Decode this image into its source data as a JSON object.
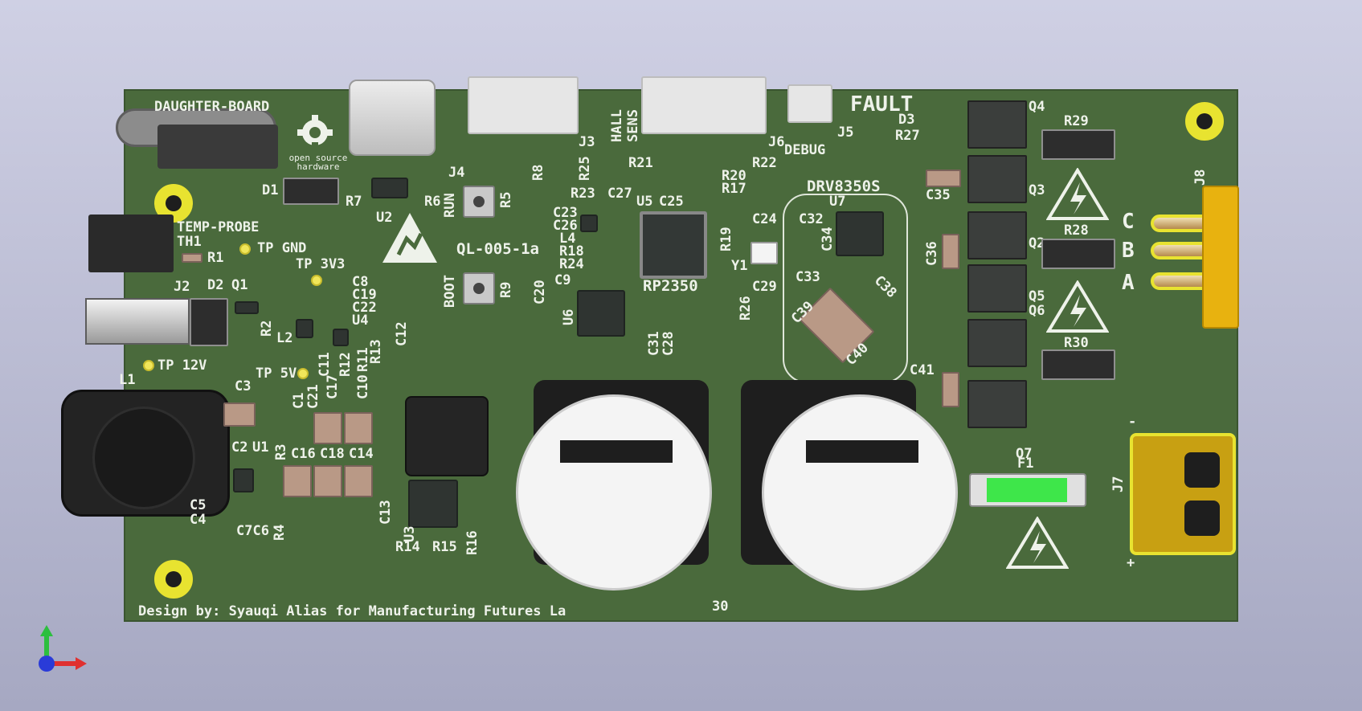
{
  "labels": {
    "daughter_board": "DAUGHTER-BOARD",
    "oshw": "open source hardware",
    "temp_probe": "TEMP-PROBE",
    "th1": "TH1",
    "r1": "R1",
    "tp_gnd": "TP GND",
    "tp_3v3": "TP 3V3",
    "tp_12v": "TP 12V",
    "tp_5v": "TP 5V",
    "j2": "J2",
    "d2": "D2",
    "q1": "Q1",
    "r2": "R2",
    "d1": "D1",
    "r7": "R7",
    "r6": "R6",
    "u2": "U2",
    "j4": "J4",
    "j3": "J3",
    "r8": "R8",
    "r25": "R25",
    "hall_sens": "HALL SENS",
    "j6": "J6",
    "r21": "R21",
    "r22": "R22",
    "r20": "R20",
    "r17": "R17",
    "c25": "C25",
    "debug": "DEBUG",
    "j5": "J5",
    "fault": "FAULT",
    "d3": "D3",
    "r27": "R27",
    "run": "RUN",
    "r5": "R5",
    "boot": "BOOT",
    "r9": "R9",
    "ql": "QL-005-1a",
    "r23": "R23",
    "c27": "C27",
    "c23": "C23",
    "c26": "C26",
    "l4": "L4",
    "r18": "R18",
    "r24": "R24",
    "c9": "C9",
    "u5": "U5",
    "rp2350": "RP2350",
    "c20": "C20",
    "u6": "U6",
    "r19": "R19",
    "y1": "Y1",
    "c24": "C24",
    "c29": "C29",
    "r26": "R26",
    "c31": "C31",
    "c28": "C28",
    "drv": "DRV8350S",
    "u7": "U7",
    "c32": "C32",
    "c34": "C34",
    "c33": "C33",
    "c38": "C38",
    "c39": "C39",
    "c40": "C40",
    "c8": "C8",
    "c19": "C19",
    "c22": "C22",
    "u4": "U4",
    "l2": "L2",
    "c11": "C11",
    "r12": "R12",
    "r11": "R11",
    "r13": "R13",
    "c12": "C12",
    "c10": "C10",
    "c17": "C17",
    "c21": "C21",
    "c1": "C1",
    "l1": "L1",
    "c3": "C3",
    "c2": "C2",
    "u1": "U1",
    "r3": "R3",
    "c5": "C5",
    "c4": "C4",
    "c7c6": "C7C6",
    "r4": "R4",
    "c16": "C16",
    "c18": "C18",
    "c14": "C14",
    "c13": "C13",
    "u3": "U3",
    "r14": "R14",
    "r15": "R15",
    "r16": "R16",
    "q4": "Q4",
    "q3": "Q3",
    "q2": "Q2",
    "q5": "Q5",
    "q6": "Q6",
    "q7": "Q7",
    "c35": "C35",
    "c36": "C36",
    "c41": "C41",
    "r29": "R29",
    "r28": "R28",
    "r30": "R30",
    "j8": "J8",
    "c": "C",
    "b": "B",
    "a": "A",
    "f1": "F1",
    "j7": "J7",
    "minus": "-",
    "plus": "+",
    "design_by": "Design by: Syauqi Alias for Manufacturing Futures La",
    "trail": "30"
  },
  "colors": {
    "board": "#4a6a3c",
    "silkscreen": "#eef2ea",
    "gold": "#e8e330",
    "fuse": "#3ee64a"
  },
  "icons": [
    "esd-warning-icon",
    "high-voltage-icon",
    "oshw-logo-icon",
    "axis-gizmo-icon"
  ]
}
